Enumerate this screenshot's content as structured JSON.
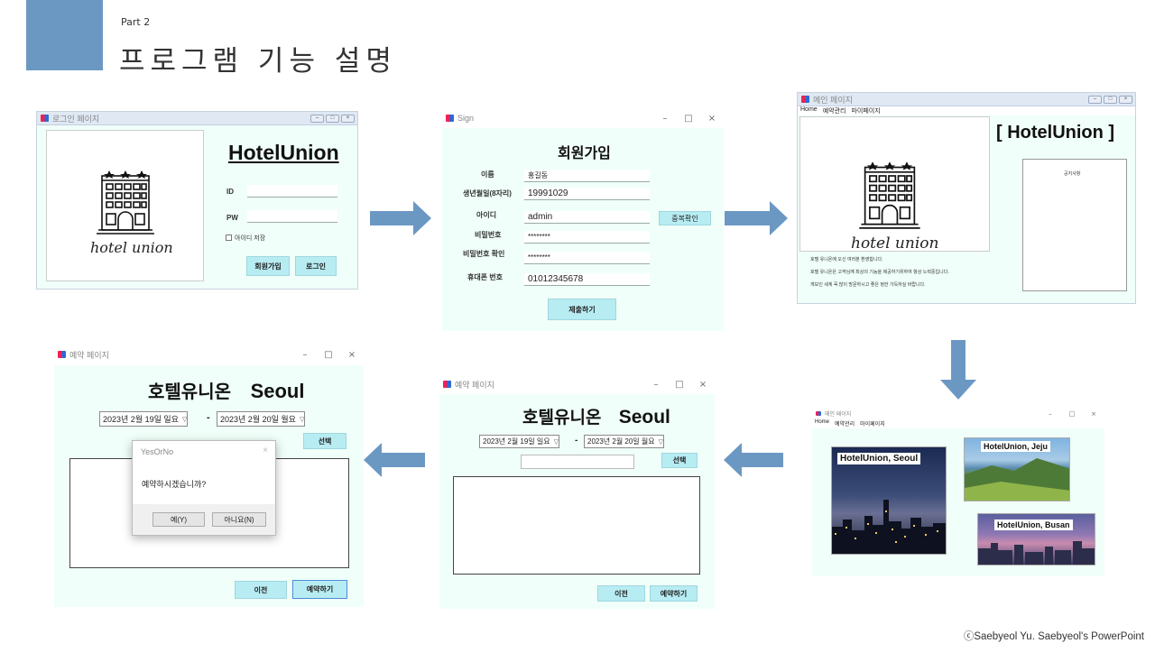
{
  "slide": {
    "part": "Part 2",
    "title": "프로그램 기능 설명",
    "credit": "ⓒSaebyeol Yu. Saebyeol's PowerPoint",
    "accent_color": "#6b98c3",
    "arrow_color": "#6b98c3"
  },
  "login": {
    "title": "로그인 페이지",
    "brand": "HotelUnion",
    "logo_script": "hotel union",
    "id_label": "ID",
    "pw_label": "PW",
    "remember_label": "아이디 저장",
    "signup_button": "회원가입",
    "login_button": "로그인"
  },
  "signup": {
    "title": "Sign",
    "heading": "회원가입",
    "name_label": "이름",
    "name_value": "홍길동",
    "birth_label": "생년월일(8자리)",
    "birth_value": "19991029",
    "userid_label": "아이디",
    "userid_value": "admin",
    "dup_button": "중복확인",
    "pw_label": "비밀번호",
    "pw_value": "********",
    "pw_confirm_label": "비밀번호 확인",
    "pw_confirm_value": "********",
    "phone_label": "휴대폰 번호",
    "phone_value": "01012345678",
    "submit_button": "제출하기"
  },
  "main": {
    "title": "메인 페이지",
    "menu": [
      "Home",
      "예약관리",
      "마이페이지"
    ],
    "brand": "[ HotelUnion ]",
    "logo_script": "hotel union",
    "notice_label": "공지사항",
    "welcome_lines": [
      "호텔 유니온에 오신 여러분 환영합니다.",
      "호텔 유니온은 고객님께 최상의 기능을 제공하기위하여 항상 노력중입니다.",
      "게보인 세계 꼭 많이 방문하시고 좋은 정한 가득하실 바랍니다."
    ]
  },
  "select": {
    "title": "메인 페이지",
    "menu": [
      "Home",
      "예약관리",
      "마이페이지"
    ],
    "cards": [
      "HotelUnion, Seoul",
      "HotelUnion, Jeju",
      "HotelUnion, Busan"
    ]
  },
  "reserve": {
    "title": "예약 페이지",
    "heading_ko": "호텔유니온",
    "heading_city": "Seoul",
    "start_date": "2023년  2월 19일 일요",
    "end_date": "2023년  2월 20일 월요",
    "date_sep": "-",
    "select_button": "선택",
    "prev_button": "이전",
    "reserve_button": "예약하기"
  },
  "confirm": {
    "title": "예약 페이지",
    "heading_ko": "호텔유니온",
    "heading_city": "Seoul",
    "start_date": "2023년  2월 19일 일요",
    "end_date": "2023년  2월 20일 월요",
    "date_sep": "-",
    "select_button": "선택",
    "prev_button": "이전",
    "reserve_button": "예약하기",
    "dialog": {
      "title": "YesOrNo",
      "message": "예약하시겠습니까?",
      "yes_button": "예(Y)",
      "no_button": "아니요(N)"
    }
  }
}
